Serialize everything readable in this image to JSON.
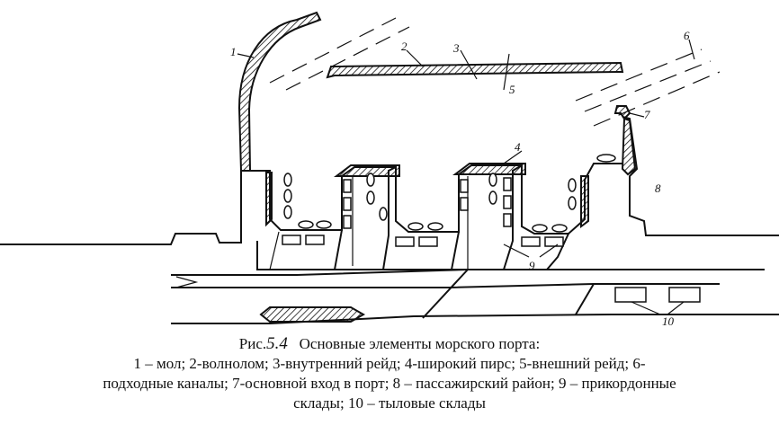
{
  "figure": {
    "label": "Рис.",
    "number": "5.4",
    "title": "Основные элементы морского порта:",
    "legend_lines": [
      "1 – мол; 2-волнолом; 3-внутренний рейд; 4-широкий пирс; 5-внешний рейд; 6-",
      "подходные каналы; 7-основной вход в порт; 8 – пассажирский район; 9 – прикордонные",
      "склады; 10 – тыловые склады"
    ]
  },
  "callouts": [
    "1",
    "2",
    "3",
    "4",
    "5",
    "6",
    "7",
    "8",
    "9",
    "10"
  ]
}
